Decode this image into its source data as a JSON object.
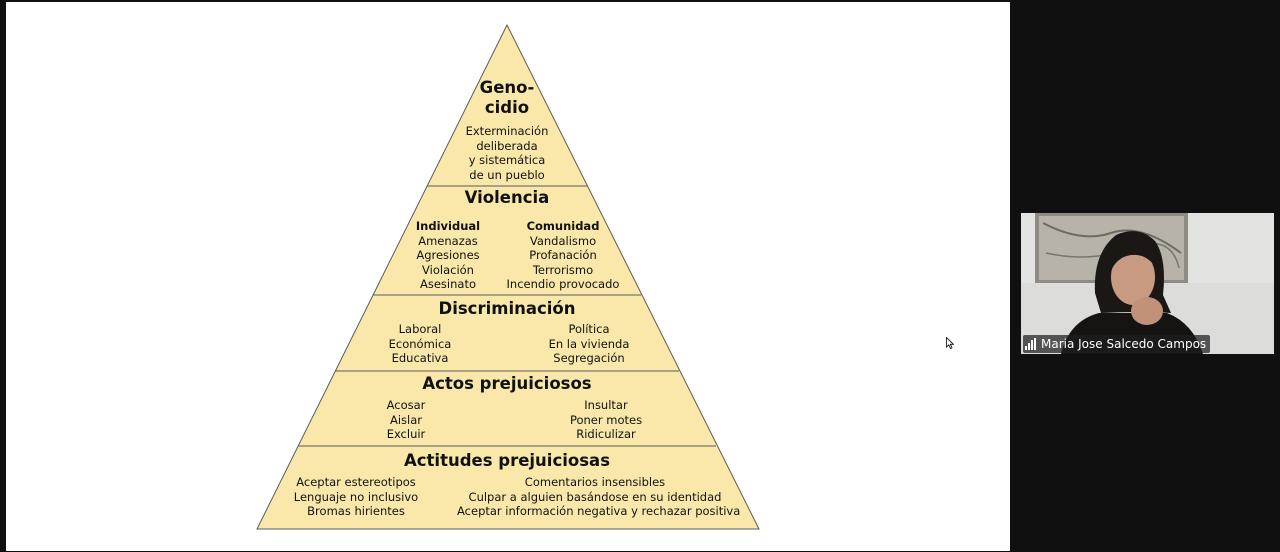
{
  "pyramid": {
    "level1": {
      "title": "Geno-\ncidio",
      "lines": [
        "Exterminación",
        "deliberada",
        "y sistemática",
        "de un pueblo"
      ]
    },
    "level2": {
      "title": "Violencia",
      "left": {
        "heading": "Individual",
        "items": [
          "Amenazas",
          "Agresiones",
          "Violación",
          "Asesinato"
        ]
      },
      "right": {
        "heading": "Comunidad",
        "items": [
          "Vandalismo",
          "Profanación",
          "Terrorismo",
          "Incendio provocado"
        ]
      }
    },
    "level3": {
      "title": "Discriminación",
      "left": [
        "Laboral",
        "Económica",
        "Educativa"
      ],
      "right": [
        "Política",
        "En la vivienda",
        "Segregación"
      ]
    },
    "level4": {
      "title": "Actos prejuiciosos",
      "left": [
        "Acosar",
        "Aislar",
        "Excluir"
      ],
      "right": [
        "Insultar",
        "Poner motes",
        "Ridiculizar"
      ]
    },
    "level5": {
      "title": "Actitudes prejuiciosas",
      "left": [
        "Aceptar estereotipos",
        "Lenguaje no inclusivo",
        "Bromas hirientes"
      ],
      "right": [
        "Comentarios insensibles",
        "Culpar a alguien basándose en su identidad",
        "Aceptar información negativa y rechazar positiva"
      ]
    }
  },
  "colors": {
    "pyramid_fill": "#f9e8a9",
    "pyramid_stroke": "#5a5a5a",
    "app_bg": "#101010"
  },
  "participant": {
    "name": "Maria Jose Salcedo Campos",
    "signal_icon": "signal-bars-icon"
  }
}
